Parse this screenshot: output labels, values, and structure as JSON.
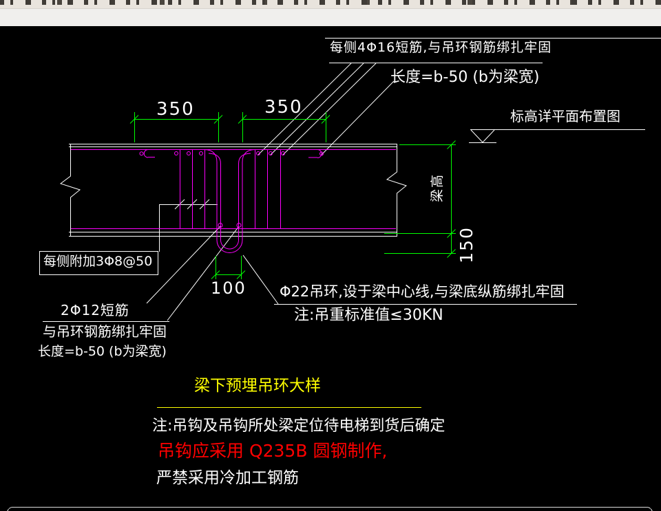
{
  "drawing": {
    "title": "梁下预埋吊环大样",
    "top_note": {
      "line1": "每侧4Φ16短筋,与吊环钢筋绑扎牢固",
      "line2": "长度=b-50 (b为梁宽)"
    },
    "elevation_label": "标高详平面布置图",
    "stirrup_note": "每侧附加3Φ8@50",
    "short_bar_note": {
      "line1": "2Φ12短筋",
      "line2": "与吊环钢筋绑扎牢固",
      "line3": "长度=b-50 (b为梁宽)"
    },
    "hook_note": {
      "line1": "Φ22吊环,设于梁中心线,与梁底纵筋绑扎牢固",
      "line2": "注:吊重标准值≤30KN"
    },
    "dimensions": {
      "left_span": "350",
      "right_span": "350",
      "hook_width": "100",
      "beam_height": "梁高",
      "hook_drop": "150"
    },
    "notes": {
      "line1": "注:吊钩及吊钩所处梁定位待电梯到货后确定",
      "line2": "吊钩应采用 Q235B 圆钢制作,",
      "line3": "严禁采用冷加工钢筋"
    },
    "colors": {
      "rebar": "#ff00ff",
      "dimension": "#00ff00",
      "linework": "#ffffff",
      "title": "#ffff00",
      "warning": "#ff0000",
      "canvas": "#000000"
    }
  }
}
